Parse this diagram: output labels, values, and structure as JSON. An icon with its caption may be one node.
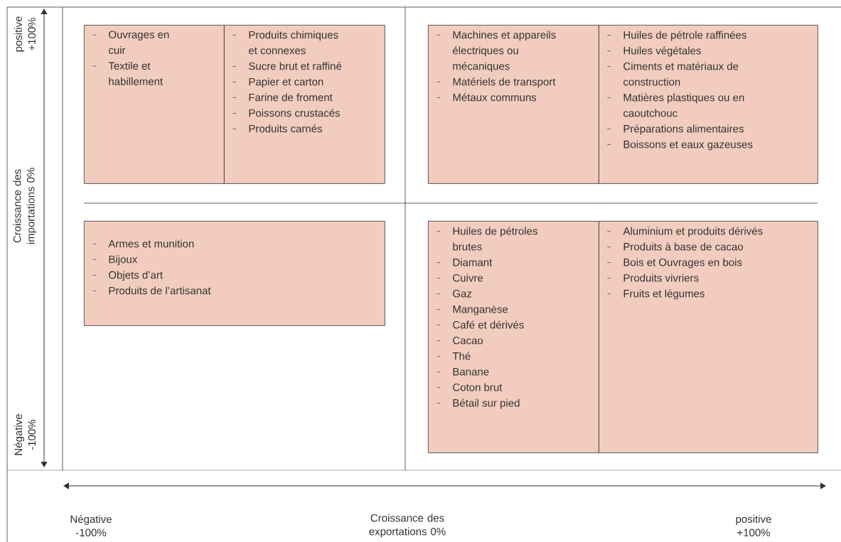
{
  "diagram": {
    "nodes": [
      {
        "text": [
          "Ouvrages en cuir",
          "Textile et habillement"
        ]
      },
      {
        "text": [
          "Produits chimiques et connexes",
          "Sucre brut et raffiné",
          "Papier et carton",
          "Farine de froment",
          "Poissons crustacés",
          "Produits carnés"
        ]
      },
      {
        "text": [
          "Machines et appareils électriques ou mécaniques",
          "Matériels de transport",
          "Métaux communs"
        ]
      },
      {
        "text": [
          "Huiles de pétrole raffinées",
          "Huiles végétales",
          "Ciments et matériaux de construction",
          "Matières plastiques ou en caoutchouc",
          "Préparations alimentaires",
          "Boissons et eaux gazeuses"
        ]
      },
      {
        "text": [
          "Armes et munition",
          "Bijoux",
          "Objets d’art",
          "Produits de l’artisanat"
        ]
      },
      {
        "text": [
          "Huiles de pétroles brutes",
          "Diamant",
          "Cuivre",
          "Gaz",
          "Manganèse",
          "Café et dérivés",
          "Cacao",
          "Thé",
          "Banane",
          "Coton brut",
          "Bétail sur pied"
        ]
      },
      {
        "text": [
          "Aluminium et produits dérivés",
          "Produits à  base de cacao",
          "Bois et Ouvrages en bois",
          "Produits vivriers",
          "Fruits et légumes"
        ]
      }
    ],
    "labels": [
      "positive +100%",
      "Croissance des importations 0%",
      "Négative -100%",
      "Négative -100%",
      "Croissance des exportations 0%",
      "positive +100%"
    ]
  }
}
